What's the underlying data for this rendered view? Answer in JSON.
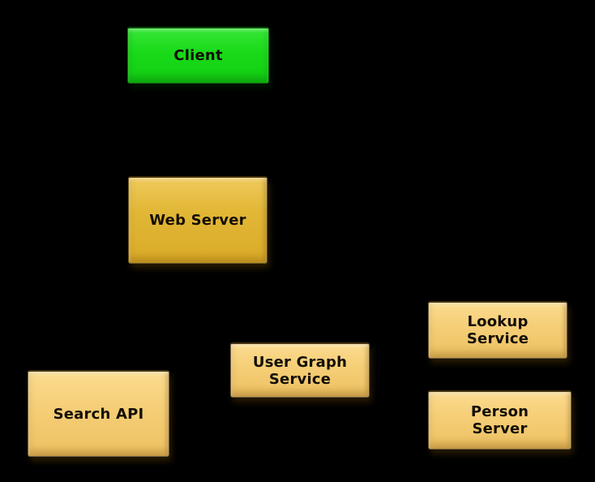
{
  "diagram": {
    "background_color": "#000000",
    "label_text_color": "#140f05",
    "node_fill_colors": {
      "client_green": "#19da19",
      "web_server_gold": "#e2b736",
      "service_wheat": "#f6cf78"
    },
    "nodes": [
      {
        "id": "client",
        "label": "Client",
        "fill": "#19da19"
      },
      {
        "id": "web-server",
        "label": "Web Server",
        "fill": "#e2b736"
      },
      {
        "id": "search-api",
        "label": "Search API",
        "fill": "#f6cf78"
      },
      {
        "id": "user-graph-service",
        "label": "User Graph\nService",
        "fill": "#f6cf78"
      },
      {
        "id": "lookup-service",
        "label": "Lookup\nService",
        "fill": "#f6cf78"
      },
      {
        "id": "person-server",
        "label": "Person\nServer",
        "fill": "#f6cf78"
      }
    ],
    "edges": []
  }
}
